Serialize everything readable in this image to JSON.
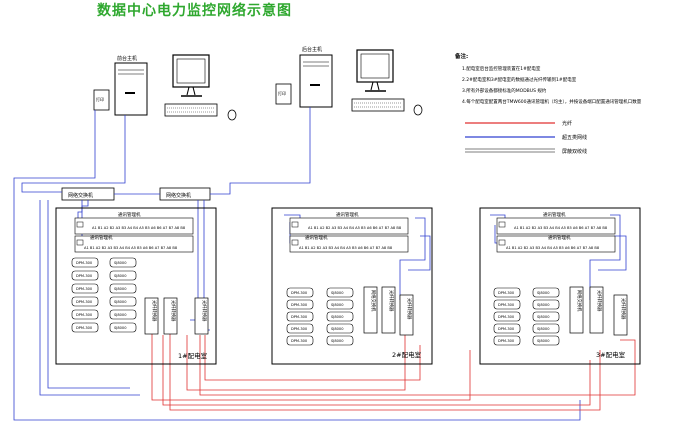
{
  "title": "数据中心电力监控网络示意图",
  "computers": [
    {
      "name": "前台主机",
      "printer": "打印"
    },
    {
      "name": "后台主机",
      "printer": "打印"
    }
  ],
  "switches": [
    "网络交换机",
    "网络交换机"
  ],
  "notes": {
    "heading": "备注:",
    "items": [
      "1.配电室后台监控管理装置在1#配电室",
      "2.2#配电室和3#配电室的数据通过光纤传输到1#配电室",
      "3.所有外部设备都接标准的MODBUS 规约",
      "4.每个配电室配置两台TMW600通讯管理机（均主），并按设备端口配置通讯管理机口数量"
    ]
  },
  "legend": [
    {
      "label": "光纤",
      "color": "#e03030"
    },
    {
      "label": "超五类网线",
      "color": "#3040d0"
    },
    {
      "label": "屏蔽双绞线",
      "color": "#555555"
    }
  ],
  "rooms": [
    {
      "label": "1#配电室",
      "managers": [
        "通讯管理机",
        "通讯管理机"
      ],
      "ports": "A1 B1 A2 B2 A3 B3 A4 B4 A5 B5 A6 B6 A7 B7 A8 B8",
      "meter_left": [
        "DPM-300",
        "DPM-300",
        "DPM-300",
        "DPM-300",
        "DPM-300",
        "DPM-300"
      ],
      "meter_right": [
        "SJ8000",
        "SJ8000",
        "SJ8000",
        "SJ8000",
        "SJ8000",
        "SJ8000"
      ],
      "devices": [
        "光纤转换器",
        "光纤转换器",
        "光纤转换器"
      ]
    },
    {
      "label": "2#配电室",
      "managers": [
        "通讯管理机",
        "通讯管理机"
      ],
      "ports": "A1 B1 A2 B2 A3 B3 A4 B4 A5 B5 A6 B6 A7 B7 A8 B8",
      "meter_left": [
        "DPM-300",
        "DPM-300",
        "DPM-300",
        "DPM-300",
        "DPM-300"
      ],
      "meter_right": [
        "SJ8000",
        "SJ8000",
        "SJ8000",
        "SJ8000",
        "SJ8000"
      ],
      "devices": [
        "网络交换机",
        "光纤转换器",
        "光纤转换器"
      ]
    },
    {
      "label": "3#配电室",
      "managers": [
        "通讯管理机",
        "通讯管理机"
      ],
      "ports": "A1 B1 A2 B2 A3 B3 A4 B4 A5 B5 A6 B6 A7 B7 A8 B8",
      "meter_left": [
        "DPM-300",
        "DPM-300",
        "DPM-300",
        "DPM-300",
        "DPM-300"
      ],
      "meter_right": [
        "SJ8000",
        "SJ8000",
        "SJ8000",
        "SJ8000",
        "SJ8000"
      ],
      "devices": [
        "网络交换机",
        "光纤转换器",
        "光纤转换器"
      ]
    }
  ]
}
